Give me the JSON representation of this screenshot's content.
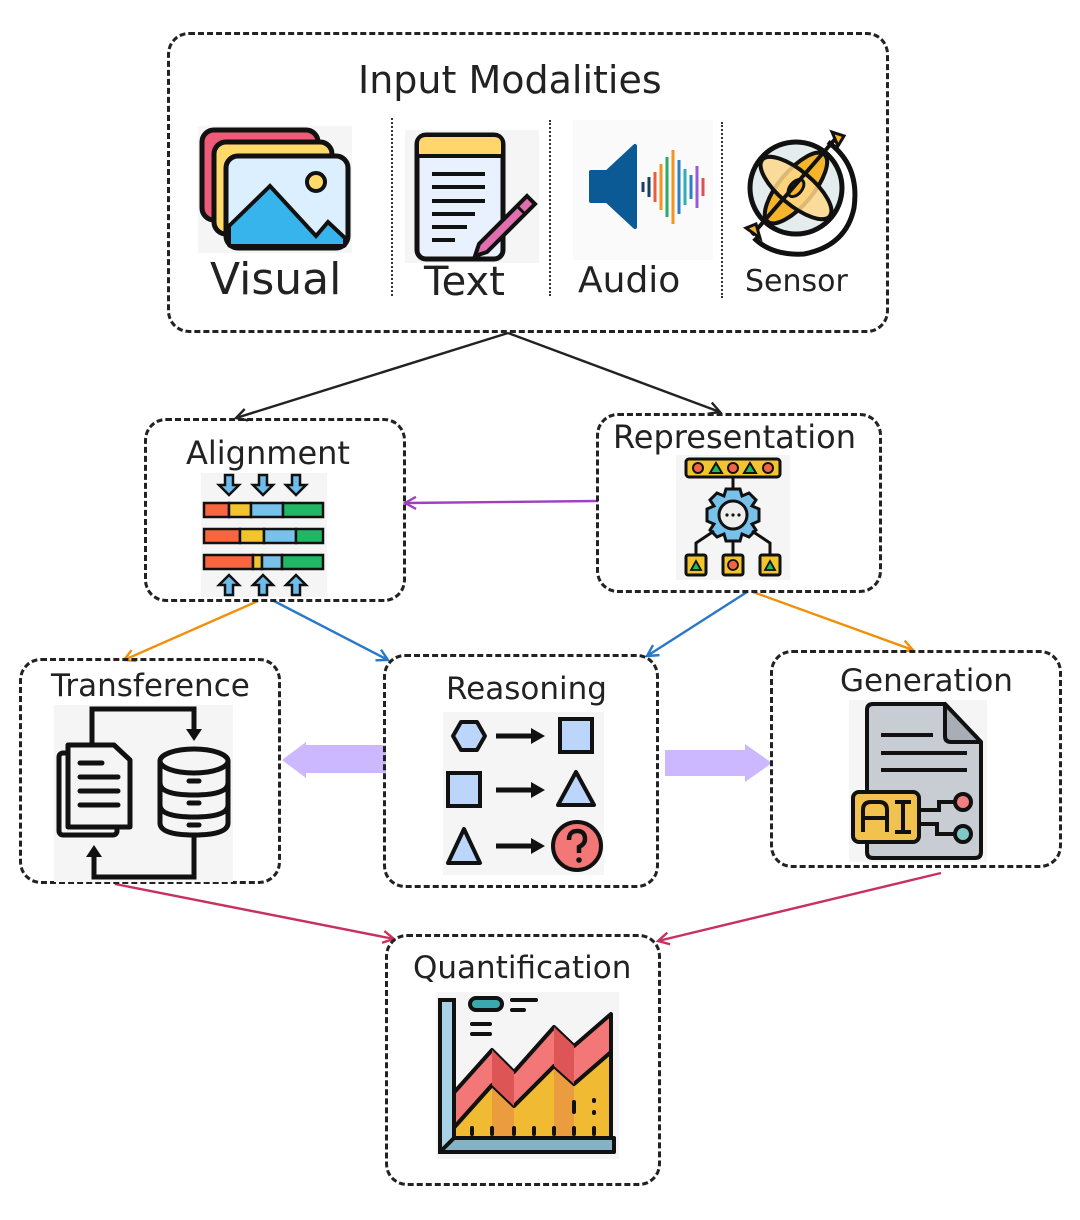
{
  "diagram": {
    "input_modalities": {
      "title": "Input Modalities",
      "items": [
        {
          "label": "Visual",
          "icon": "image-stack-icon"
        },
        {
          "label": "Text",
          "icon": "document-pencil-icon"
        },
        {
          "label": "Audio",
          "icon": "speaker-waveform-icon"
        },
        {
          "label": "Sensor",
          "icon": "gyroscope-sensor-icon"
        }
      ]
    },
    "nodes": {
      "alignment": {
        "label": "Alignment",
        "icon": "aligned-bars-icon"
      },
      "representation": {
        "label": "Representation",
        "icon": "gear-network-icon"
      },
      "transference": {
        "label": "Transference",
        "icon": "document-database-transfer-icon"
      },
      "reasoning": {
        "label": "Reasoning",
        "icon": "shape-inference-icon"
      },
      "generation": {
        "label": "Generation",
        "icon": "ai-document-icon"
      },
      "quantification": {
        "label": "Quantification",
        "icon": "area-chart-icon"
      }
    },
    "edges": [
      {
        "from": "Input Modalities",
        "to": "Alignment",
        "color": "#222222"
      },
      {
        "from": "Input Modalities",
        "to": "Representation",
        "color": "#222222"
      },
      {
        "from": "Representation",
        "to": "Alignment",
        "color": "#a040c0"
      },
      {
        "from": "Alignment",
        "to": "Transference",
        "color": "#f0900a"
      },
      {
        "from": "Alignment",
        "to": "Reasoning",
        "color": "#2a78c8"
      },
      {
        "from": "Representation",
        "to": "Reasoning",
        "color": "#2a78c8"
      },
      {
        "from": "Representation",
        "to": "Generation",
        "color": "#f0900a"
      },
      {
        "from": "Reasoning",
        "to": "Transference",
        "color": "#cbb8ff",
        "style": "thick"
      },
      {
        "from": "Reasoning",
        "to": "Generation",
        "color": "#cbb8ff",
        "style": "thick"
      },
      {
        "from": "Transference",
        "to": "Quantification",
        "color": "#c8305e"
      },
      {
        "from": "Generation",
        "to": "Quantification",
        "color": "#c8305e"
      }
    ]
  }
}
